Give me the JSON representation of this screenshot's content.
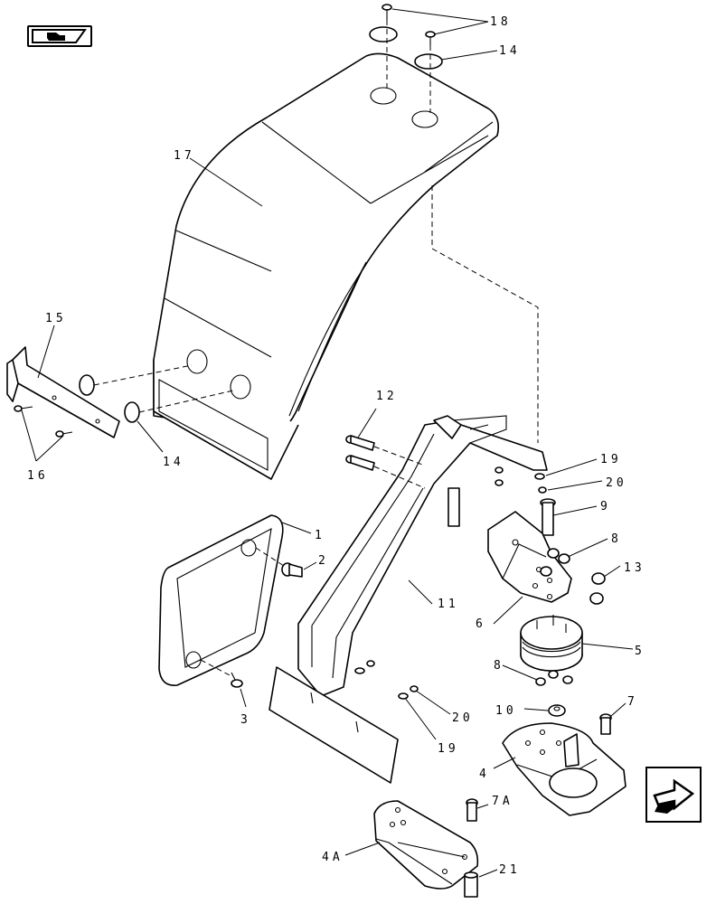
{
  "callouts": [
    {
      "id": "c1",
      "text": "1"
    },
    {
      "id": "c2",
      "text": "2"
    },
    {
      "id": "c3",
      "text": "3"
    },
    {
      "id": "c4",
      "text": "4"
    },
    {
      "id": "c4a",
      "text": "4A"
    },
    {
      "id": "c5",
      "text": "5"
    },
    {
      "id": "c6",
      "text": "6"
    },
    {
      "id": "c7",
      "text": "7"
    },
    {
      "id": "c7a",
      "text": "7A"
    },
    {
      "id": "c8a",
      "text": "8"
    },
    {
      "id": "c8b",
      "text": "8"
    },
    {
      "id": "c9",
      "text": "9"
    },
    {
      "id": "c10",
      "text": "10"
    },
    {
      "id": "c11",
      "text": "11"
    },
    {
      "id": "c12",
      "text": "12"
    },
    {
      "id": "c13",
      "text": "13"
    },
    {
      "id": "c14a",
      "text": "14"
    },
    {
      "id": "c14b",
      "text": "14"
    },
    {
      "id": "c15",
      "text": "15"
    },
    {
      "id": "c16",
      "text": "16"
    },
    {
      "id": "c17",
      "text": "17"
    },
    {
      "id": "c18",
      "text": "18"
    },
    {
      "id": "c19a",
      "text": "19"
    },
    {
      "id": "c19b",
      "text": "19"
    },
    {
      "id": "c20a",
      "text": "20"
    },
    {
      "id": "c20b",
      "text": "20"
    },
    {
      "id": "c21",
      "text": "21"
    }
  ],
  "icons": {
    "top_left": "book-pointer-icon",
    "bottom_right": "next-page-arrow-icon"
  }
}
